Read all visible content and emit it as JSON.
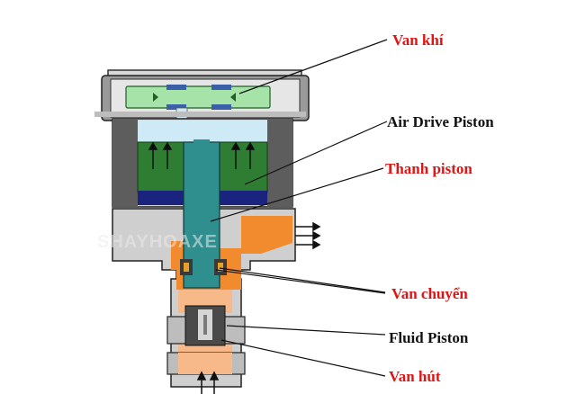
{
  "labels": {
    "van_khi": "Van khí",
    "air_drive_piston": "Air Drive Piston",
    "thanh_piston": "Thanh piston",
    "van_chuyen": "Van chuyển",
    "fluid_piston": "Fluid Piston",
    "van_hut": "Van hút"
  },
  "watermark": "SHAYHOAXE",
  "colors": {
    "label_red": "#e01414",
    "label_black": "#111111",
    "air_valve_green": "#a6e3a8",
    "air_piston_green": "#2e7d32",
    "piston_rod_teal": "#2f8f8f",
    "fluid_orange": "#f28a2e",
    "fluid_light": "#f8b98a",
    "body_gray": "#cfcfcf",
    "dark_gray": "#666666",
    "navy": "#1a237e"
  }
}
